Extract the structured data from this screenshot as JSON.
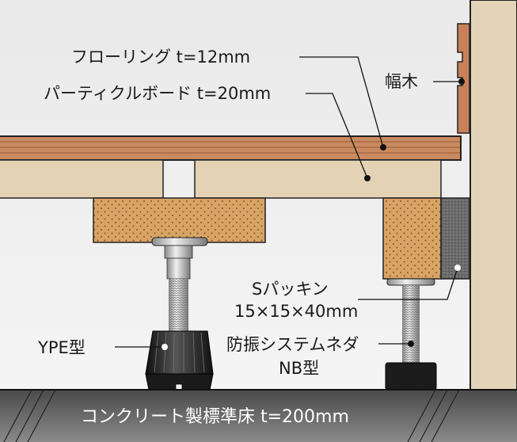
{
  "labels": {
    "flooring": "フローリング t=12mm",
    "particle_board": "パーティクルボード t=20mm",
    "baseboard": "幅木",
    "s_packing_name": "Sパッキン",
    "s_packing_size": "15×15×40mm",
    "ype": "YPE型",
    "nb_line1": "防振システムネダ",
    "nb_line2": "NB型",
    "concrete_floor": "コンクリート製標準床 t=200mm"
  },
  "colors": {
    "flooring": "#c98a5f",
    "particle_board": "#e4d2b5",
    "wall": "#e3d3b8",
    "block": "#d8a466",
    "packing": "#6a6a6a",
    "concrete": "#6e6e6e"
  }
}
